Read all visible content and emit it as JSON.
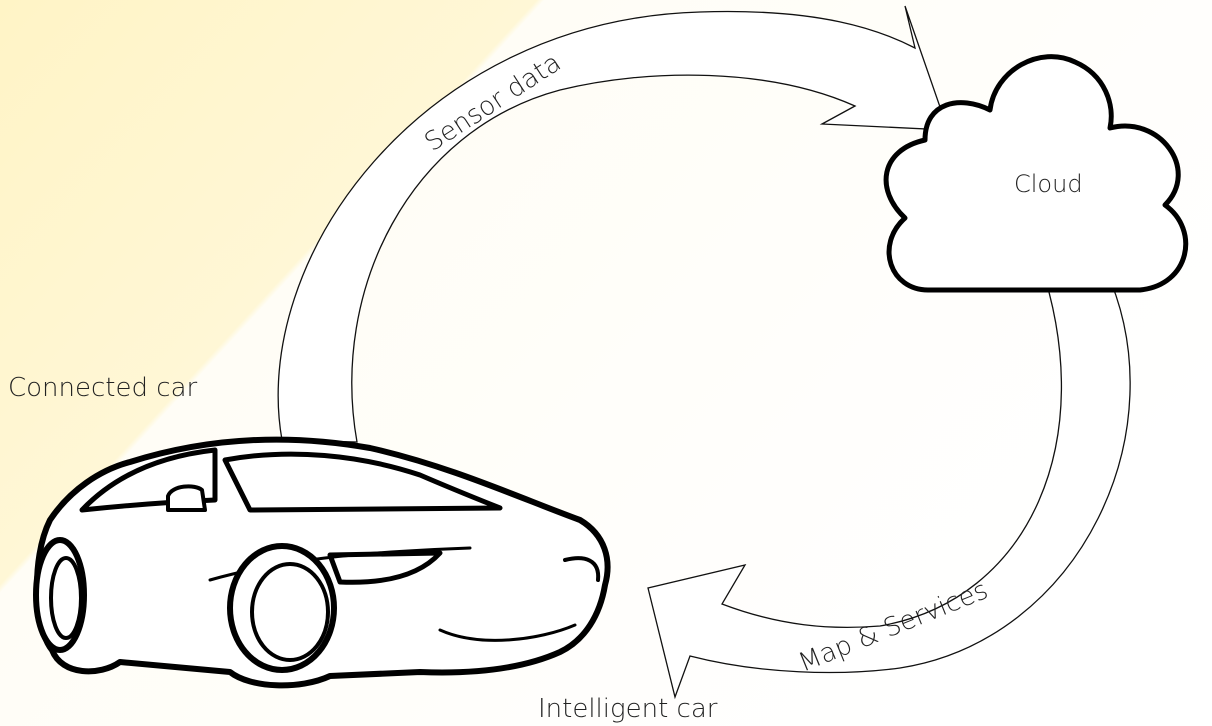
{
  "diagram": {
    "labels": {
      "sensor_data": "Sensor data",
      "cloud": "Cloud",
      "connected_car": "Connected car",
      "map_services": "Map & Services",
      "intelligent_car": "Intelligent car"
    },
    "colors": {
      "background_tint": "#fff4c6",
      "stroke": "#111111",
      "fill": "#ffffff",
      "text": "#222222"
    },
    "icons": [
      "cloud-icon",
      "car-icon",
      "upload-arrow",
      "download-arrow"
    ]
  }
}
